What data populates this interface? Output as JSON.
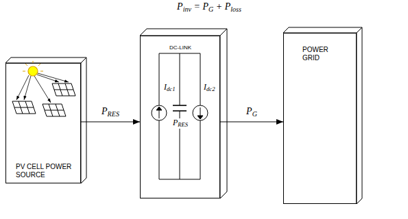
{
  "diagram": {
    "nodes": [
      {
        "text": [
          "PV CELL POWER SOURCE"
        ]
      },
      {
        "text": [
          "DC-LINK",
          "Idc1",
          "PRES",
          "Idc2"
        ]
      },
      {
        "text": [
          "POWER GRID"
        ]
      }
    ],
    "edges": [
      {
        "from": 0,
        "to": 1,
        "arrow": "to",
        "label": "PRES"
      },
      {
        "from": 1,
        "to": 2,
        "arrow": "to",
        "label": "PG"
      }
    ],
    "labels": [
      "Pinv = PG + Ploss"
    ]
  }
}
